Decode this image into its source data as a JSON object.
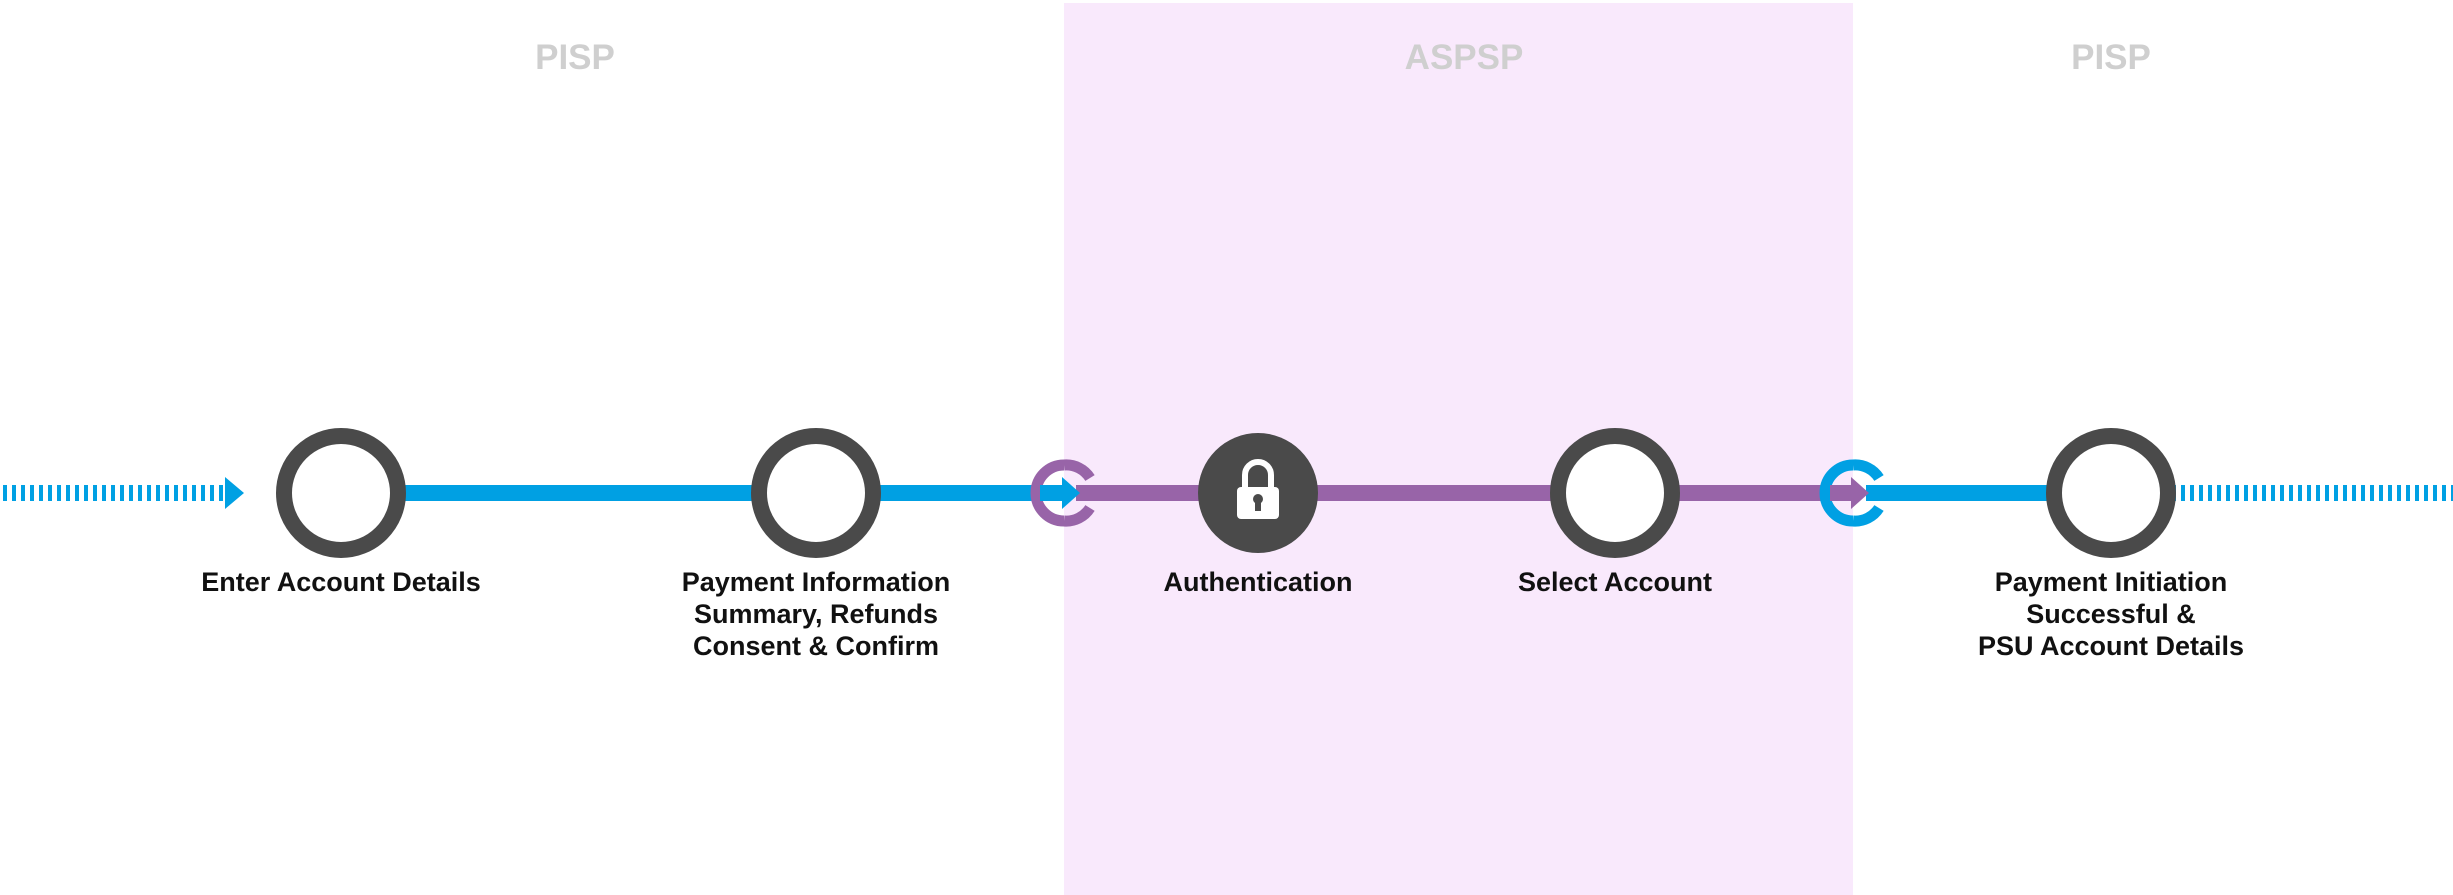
{
  "colors": {
    "pisp_line": "#00a0e3",
    "aspsp_line": "#9864a8",
    "aspsp_zone": "#f9e9fc",
    "node_ring": "#4a4a4a",
    "zone_label": "#cfcfcf",
    "step_text": "#111111"
  },
  "zones": [
    {
      "label": "PISP"
    },
    {
      "label": "ASPSP"
    },
    {
      "label": "PISP"
    }
  ],
  "steps": [
    {
      "label": "Enter Account Details",
      "icon": "empty-circle-icon"
    },
    {
      "label": "Payment Information\nSummary, Refunds\nConsent & Confirm",
      "icon": "empty-circle-icon"
    },
    {
      "label": "Authentication",
      "icon": "lock-icon"
    },
    {
      "label": "Select Account",
      "icon": "empty-circle-icon"
    },
    {
      "label": "Payment Initiation\nSuccessful &\nPSU Account Details",
      "icon": "empty-circle-icon"
    }
  ],
  "transitions": [
    {
      "from": "PISP",
      "to": "ASPSP",
      "icon": "transition-arrow-icon"
    },
    {
      "from": "ASPSP",
      "to": "PISP",
      "icon": "transition-arrow-icon"
    }
  ]
}
